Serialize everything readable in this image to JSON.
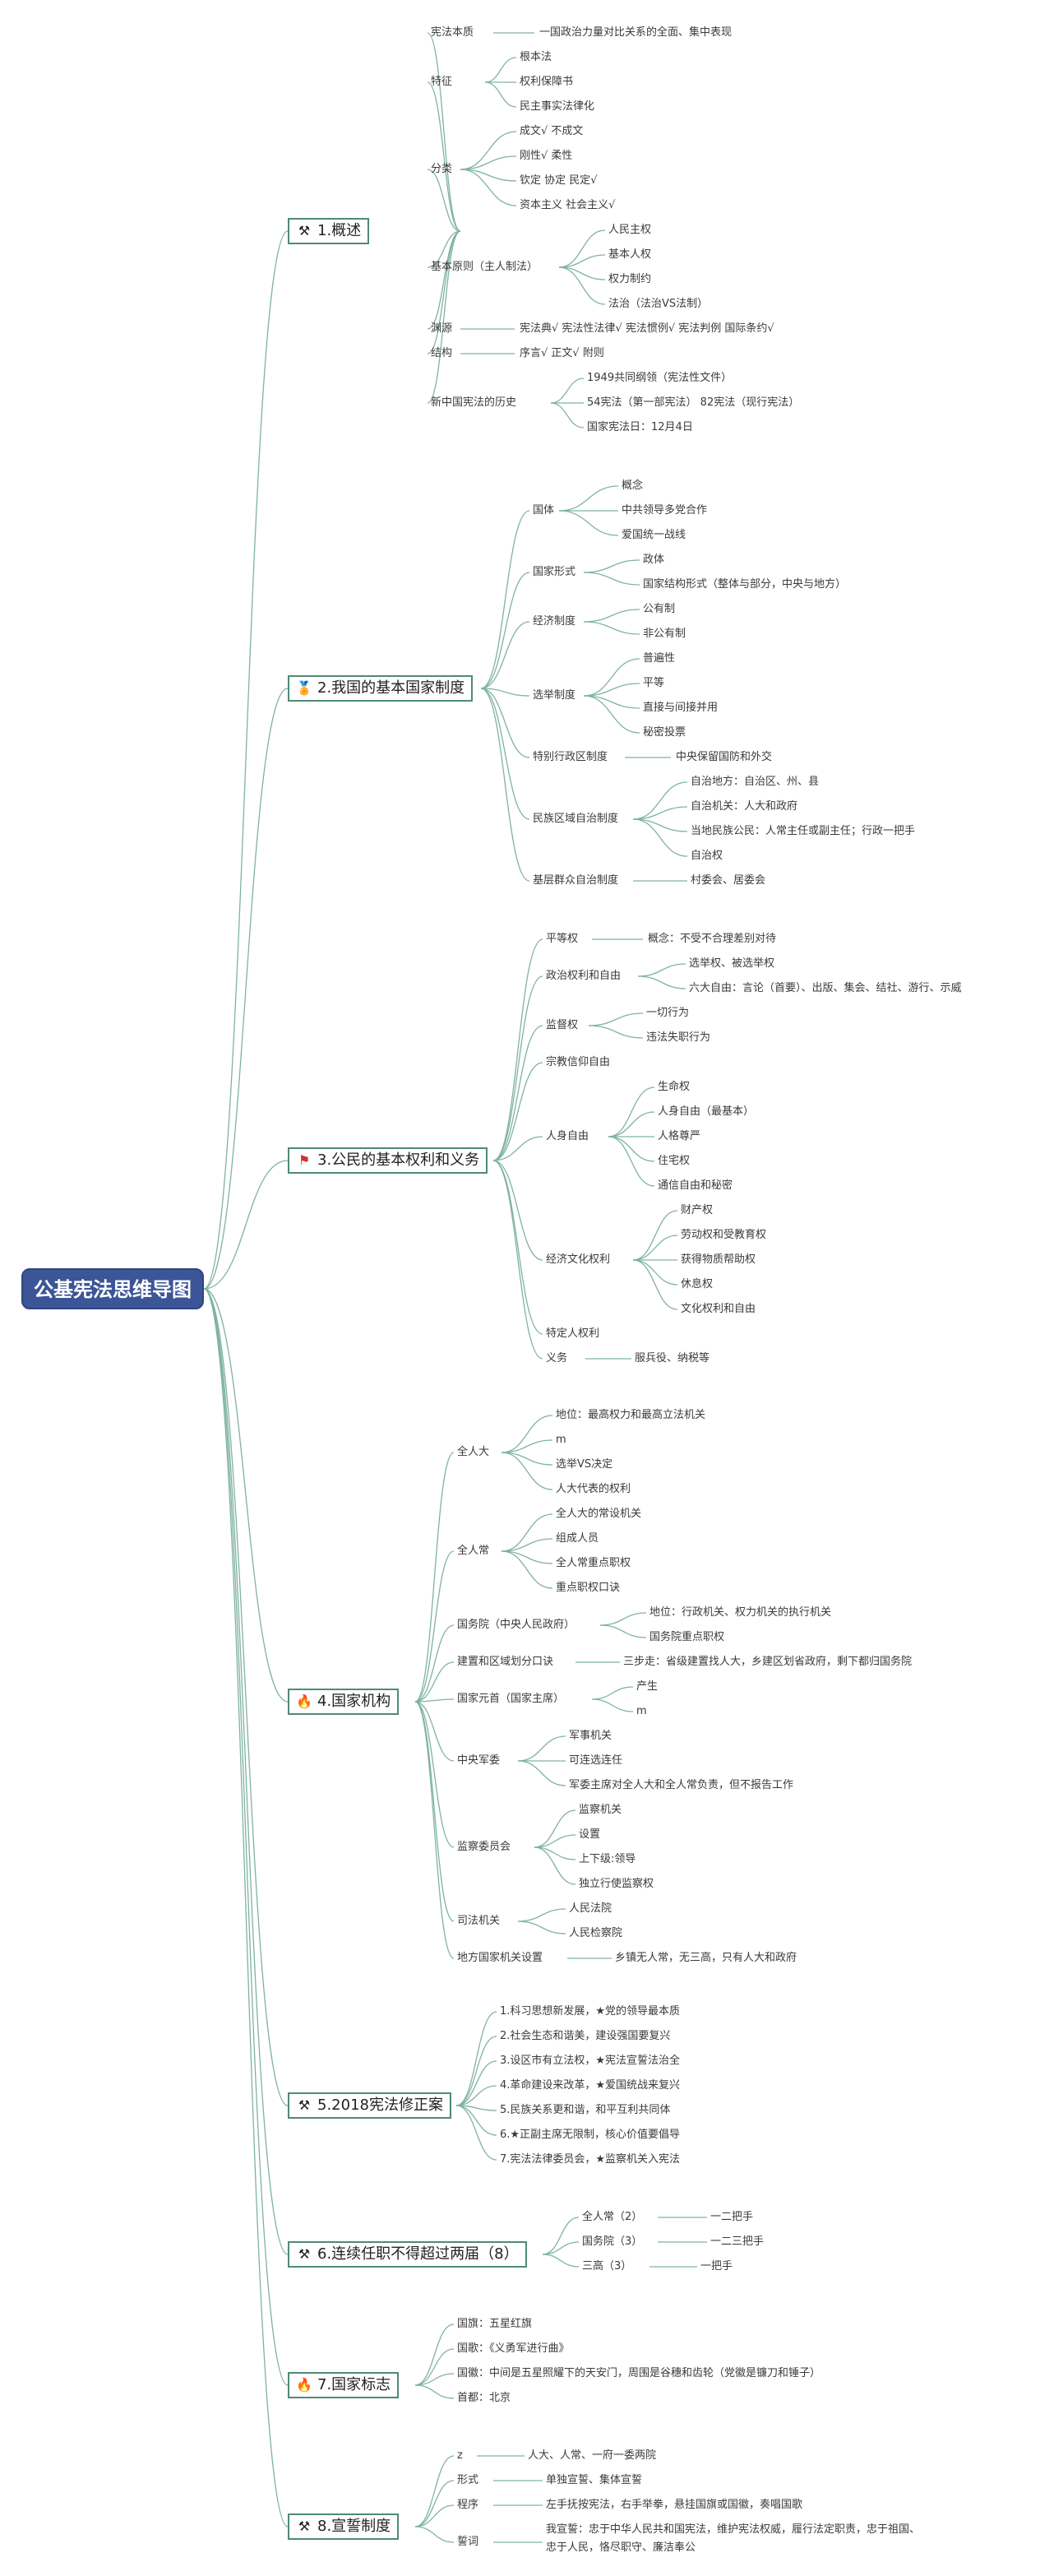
{
  "root": "公基宪法思维导图",
  "sections": [
    {
      "title": "1.概述",
      "icon": "crossed-tools-icon"
    },
    {
      "title": "2.我国的基本国家制度",
      "icon": "medal-icon"
    },
    {
      "title": "3.公民的基本权利和义务",
      "icon": "red-flag-icon"
    },
    {
      "title": "4.国家机构",
      "icon": "blue-flame-icon"
    },
    {
      "title": "5.2018宪法修正案",
      "icon": "crossed-tools-icon"
    },
    {
      "title": "6.连续任职不得超过两届（8）",
      "icon": "crossed-tools-icon"
    },
    {
      "title": "7.国家标志",
      "icon": "fire-icon"
    },
    {
      "title": "8.宣誓制度",
      "icon": "crossed-tools-icon"
    }
  ],
  "s1": {
    "essence": "宪法本质",
    "essence_v": "一国政治力量对比关系的全面、集中表现",
    "feature": "特征",
    "f1": "根本法",
    "f2": "权利保障书",
    "f3": "民主事实法律化",
    "cls": "分类",
    "c1": "成文√ 不成文",
    "c2": "刚性√ 柔性",
    "c3": "钦定 协定 民定√",
    "c4": "资本主义 社会主义√",
    "principle": "基本原则（主人制法）",
    "p1": "人民主权",
    "p2": "基本人权",
    "p3": "权力制约",
    "p4": "法治（法治VS法制）",
    "source": "渊源",
    "source_v": "宪法典√ 宪法性法律√ 宪法惯例√ 宪法判例 国际条约√",
    "struct": "结构",
    "struct_v": "序言√ 正文√ 附则",
    "hist": "新中国宪法的历史",
    "h1": "1949共同纲领（宪法性文件）",
    "h2": "54宪法（第一部宪法） 82宪法（现行宪法）",
    "h3": "国家宪法日：12月4日"
  },
  "s2": {
    "guoti": "国体",
    "g1": "概念",
    "g2": "中共领导多党合作",
    "g3": "爱国统一战线",
    "form": "国家形式",
    "fm1": "政体",
    "fm2": "国家结构形式（整体与部分，中央与地方）",
    "econ": "经济制度",
    "e1": "公有制",
    "e2": "非公有制",
    "elect": "选举制度",
    "el1": "普遍性",
    "el2": "平等",
    "el3": "直接与间接并用",
    "el4": "秘密投票",
    "sar": "特别行政区制度",
    "sar_v": "中央保留国防和外交",
    "ethnic": "民族区域自治制度",
    "et1": "自治地方：自治区、州、县",
    "et2": "自治机关：人大和政府",
    "et3": "当地民族公民：人常主任或副主任；行政一把手",
    "et4": "自治权",
    "grass": "基层群众自治制度",
    "grass_v": "村委会、居委会"
  },
  "s3": {
    "equal": "平等权",
    "equal_v": "概念：不受不合理差别对待",
    "pol": "政治权利和自由",
    "pol1": "选举权、被选举权",
    "pol2": "六大自由：言论（首要）、出版、集会、结社、游行、示威",
    "sup": "监督权",
    "sup1": "一切行为",
    "sup2": "违法失职行为",
    "rel": "宗教信仰自由",
    "person": "人身自由",
    "pe1": "生命权",
    "pe2": "人身自由（最基本）",
    "pe3": "人格尊严",
    "pe4": "住宅权",
    "pe5": "通信自由和秘密",
    "eco": "经济文化权利",
    "ec1": "财产权",
    "ec2": "劳动权和受教育权",
    "ec3": "获得物质帮助权",
    "ec4": "休息权",
    "ec5": "文化权利和自由",
    "spec": "特定人权利",
    "duty": "义务",
    "duty_v": "服兵役、纳税等"
  },
  "s4": {
    "npc": "全人大",
    "n1": "地位：最高权力和最高立法机关",
    "n2": "m",
    "n3": "选举VS决定",
    "n4": "人大代表的权利",
    "npcsc": "全人常",
    "ns1": "全人大的常设机关",
    "ns2": "组成人员",
    "ns3": "全人常重点职权",
    "ns4": "重点职权口诀",
    "sc": "国务院（中央人民政府）",
    "sc1": "地位：行政机关、权力机关的执行机关",
    "sc2": "国务院重点职权",
    "div": "建置和区域划分口诀",
    "div_v": "三步走：省级建置找人大，乡建区划省政府，剩下都归国务院",
    "head": "国家元首（国家主席）",
    "hd1": "产生",
    "hd2": "m",
    "cmc": "中央军委",
    "cm1": "军事机关",
    "cm2": "可连选连任",
    "cm3": "军委主席对全人大和全人常负责，但不报告工作",
    "sup": "监察委员会",
    "su1": "监察机关",
    "su2": "设置",
    "su3": "上下级:领导",
    "su4": "独立行使监察权",
    "jud": "司法机关",
    "j1": "人民法院",
    "j2": "人民检察院",
    "local": "地方国家机关设置",
    "local_v": "乡镇无人常，无三高，只有人大和政府"
  },
  "s5": [
    "1.科习思想新发展，★党的领导最本质",
    "2.社会生态和谐美，建设强国要复兴",
    "3.设区市有立法权，★宪法宣誓法治全",
    "4.革命建设来改革，★爱国统战来复兴",
    "5.民族关系更和谐，和平互利共同体",
    "6.★正副主席无限制，核心价值要倡导",
    "7.宪法法律委员会，★监察机关入宪法"
  ],
  "s6": {
    "a": "全人常（2）",
    "a_v": "一二把手",
    "b": "国务院（3）",
    "b_v": "一二三把手",
    "c": "三高（3）",
    "c_v": "一把手"
  },
  "s7": [
    "国旗：五星红旗",
    "国歌：《义勇军进行曲》",
    "国徽：中间是五星照耀下的天安门，周围是谷穗和齿轮（党徽是镰刀和锤子）",
    "首都：北京"
  ],
  "s8": {
    "z": "z",
    "z_v": "人大、人常、一府一委两院",
    "form": "形式",
    "form_v": "单独宣誓、集体宣誓",
    "proc": "程序",
    "proc_v": "左手抚按宪法，右手举拳，悬挂国旗或国徽，奏唱国歌",
    "oath": "誓词",
    "oath_v1": "我宣誓：忠于中华人民共和国宪法，维护宪法权威，履行法定职责，忠于祖国、",
    "oath_v2": "忠于人民，恪尽职守、廉洁奉公"
  },
  "colors": {
    "line": "#7fb3a0",
    "root": "#3c5597",
    "border": "#4e8a74"
  }
}
